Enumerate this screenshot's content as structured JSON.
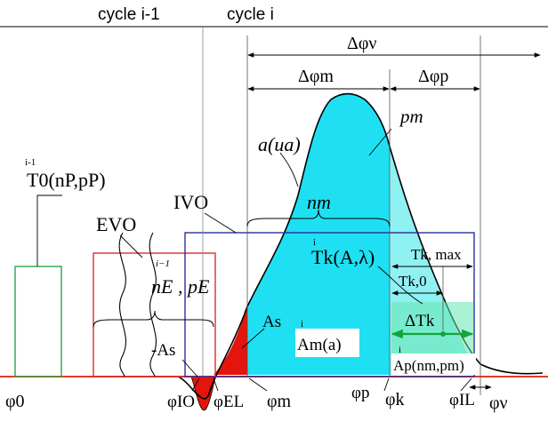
{
  "labels": {
    "cycle_prev": "cycle i-1",
    "cycle_curr": "cycle i",
    "delta_phi_v": "Δφν",
    "delta_phi_m": "Δφm",
    "delta_phi_p": "Δφp",
    "p_m": "pm",
    "a_u": "a(ua)",
    "n_m": "nm",
    "IVO": "IVO",
    "EVO": "EVO",
    "T0": "T0(nP,pP)",
    "T0_super": "i-1",
    "Tk": "Tk(A,λ)",
    "Tk_super": "i",
    "Tk_max": "Tk, max",
    "Tk0": "Tk,0",
    "dTk": "ΔTk",
    "nE_pE": "nE , pE",
    "nE_super": "i−1",
    "minus_As": "-As",
    "As": "As",
    "Am": "Am(a)",
    "Am_super": "i",
    "Ap": "Ap(nm,pm)",
    "Ap_super": "i",
    "phi0": "φ0",
    "phiIO": "φIO",
    "phiEL": "φEL",
    "phim": "φm",
    "phip": "φp",
    "phik": "φk",
    "phiIL": "φIL",
    "phiv": "φν"
  },
  "colors": {
    "cyan": "#1fe0f2",
    "light_cyan": "#8ff1f2",
    "green_box": "#2aa64a",
    "red_box": "#d9302a",
    "blue_box": "#2b2f9a",
    "fill_red": "#e3150d",
    "green_arrow": "#12a537"
  }
}
